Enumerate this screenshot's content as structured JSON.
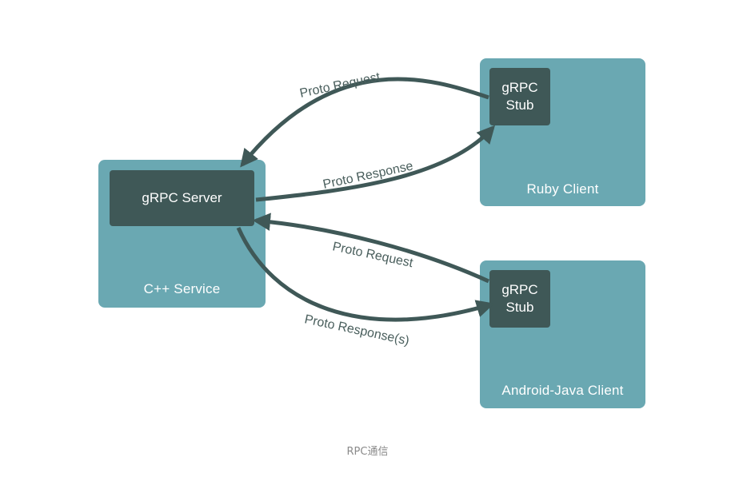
{
  "diagram": {
    "cpp_service": {
      "label": "C++ Service",
      "server_label": "gRPC Server"
    },
    "ruby_client": {
      "label": "Ruby Client",
      "stub_line1": "gRPC",
      "stub_line2": "Stub"
    },
    "android_client": {
      "label": "Android-Java Client",
      "stub_line1": "gRPC",
      "stub_line2": "Stub"
    },
    "arrows": {
      "ruby_request": "Proto Request",
      "ruby_response": "Proto Response",
      "android_request": "Proto Request",
      "android_response": "Proto Response(s)"
    },
    "colors": {
      "panel": "#6aa8b2",
      "inner_box": "#3f5857",
      "arrow": "#3f5857"
    }
  },
  "caption": "RPC通信"
}
